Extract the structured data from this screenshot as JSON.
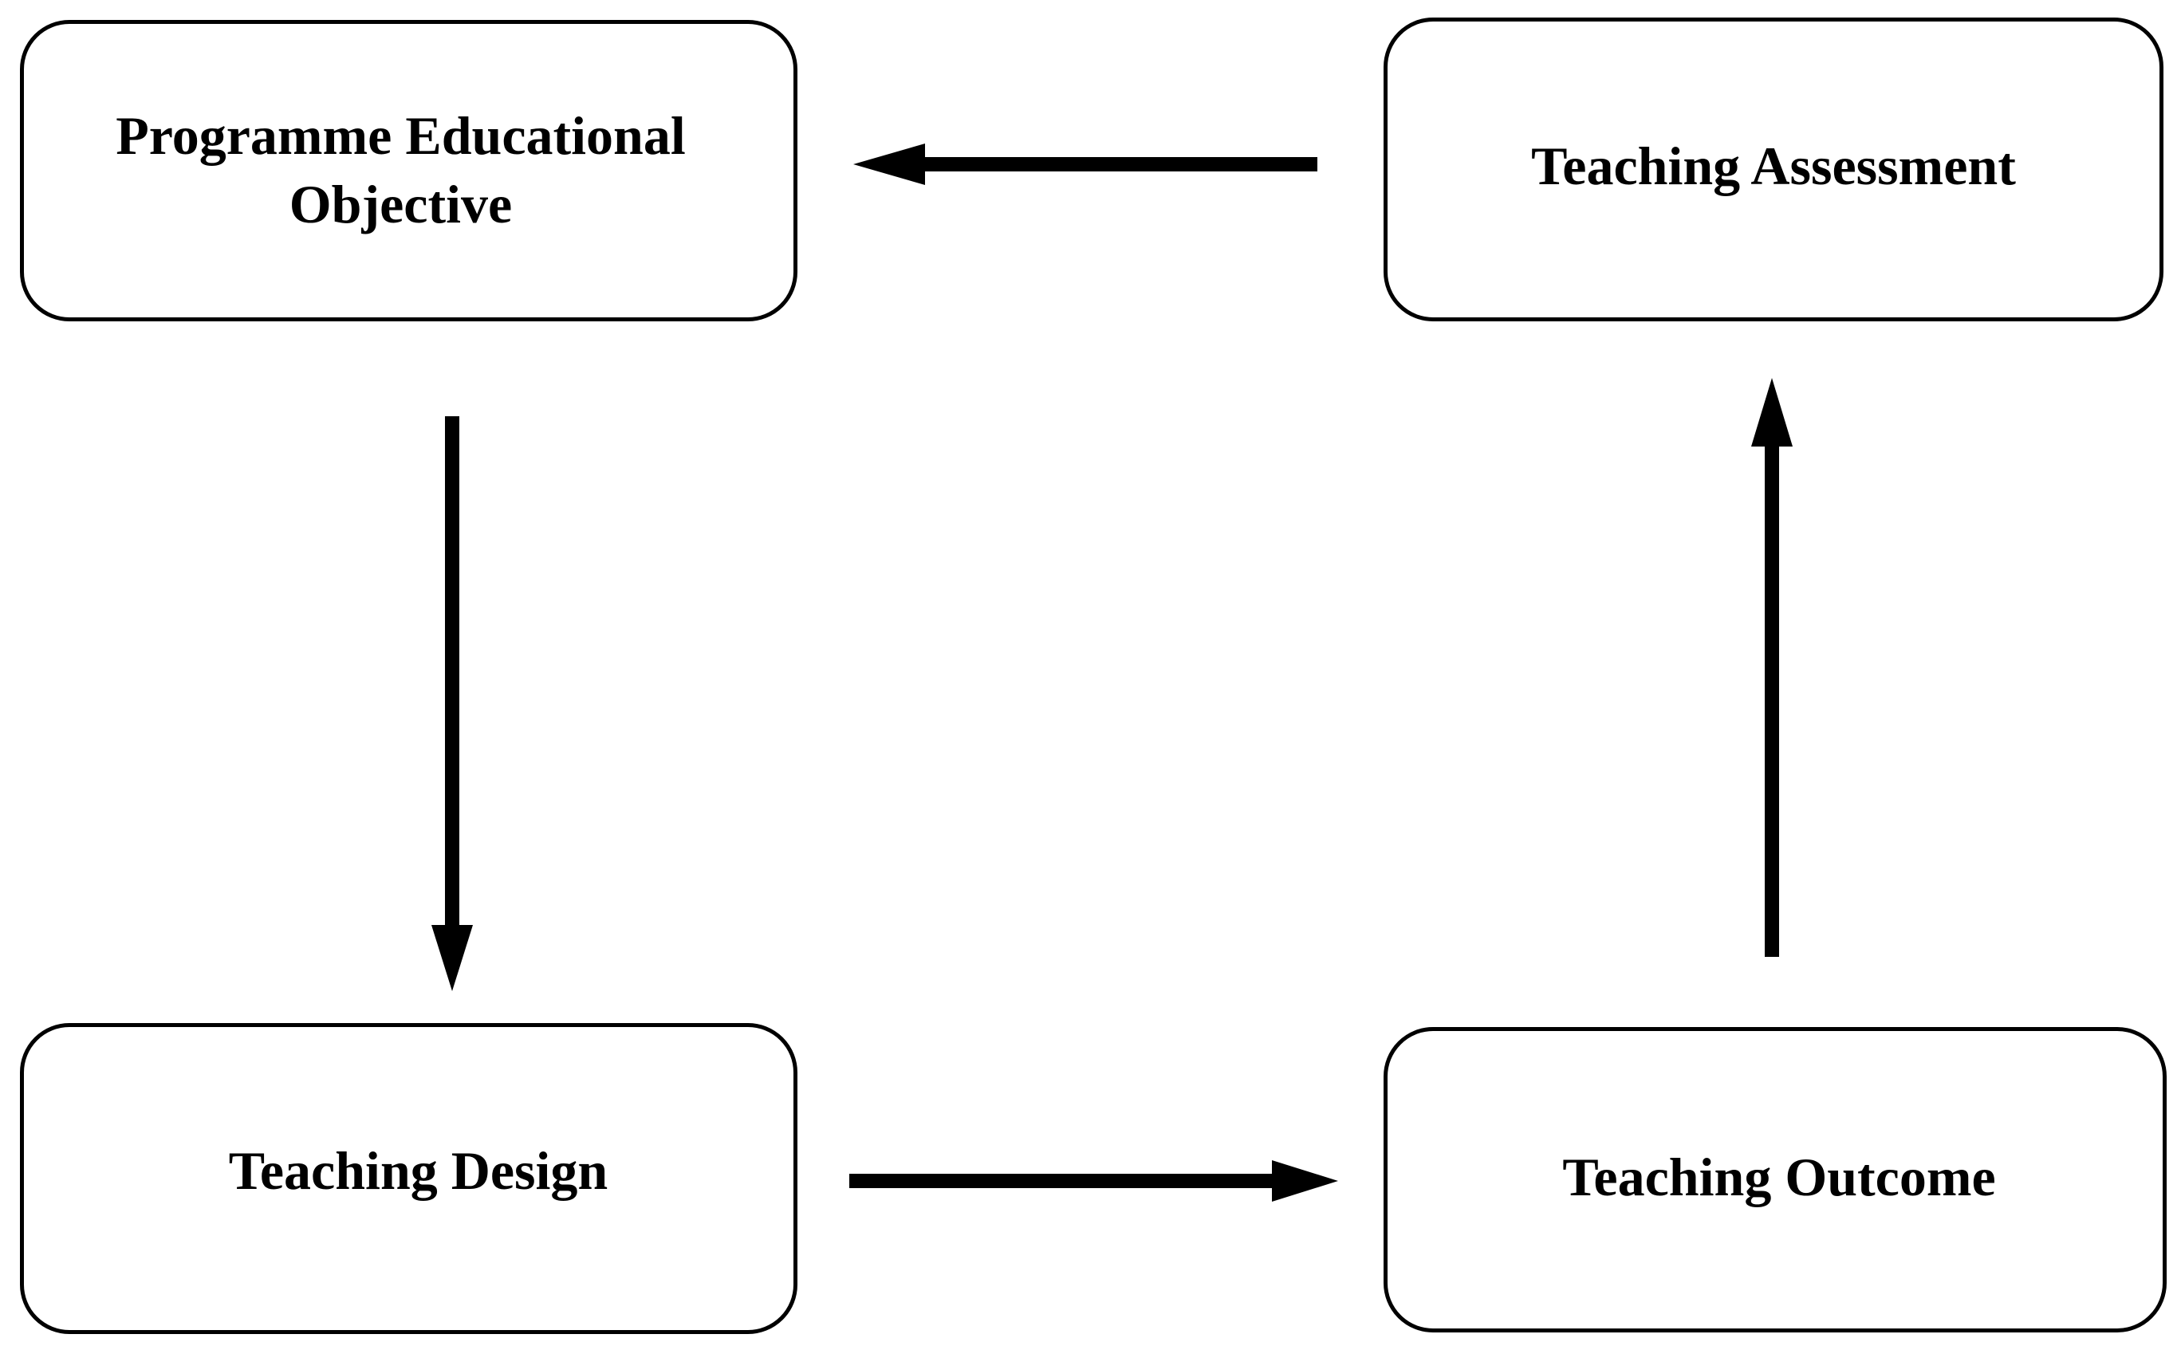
{
  "nodes": {
    "programme_educational_objective": "Programme Educational\nObjective",
    "teaching_assessment": "Teaching Assessment",
    "teaching_design": "Teaching Design",
    "teaching_outcome": "Teaching Outcome"
  },
  "edges": [
    {
      "from": "programme_educational_objective",
      "to": "teaching_design"
    },
    {
      "from": "teaching_design",
      "to": "teaching_outcome"
    },
    {
      "from": "teaching_outcome",
      "to": "teaching_assessment"
    },
    {
      "from": "teaching_assessment",
      "to": "programme_educational_objective"
    }
  ],
  "colors": {
    "stroke": "#000000",
    "fill": "#ffffff"
  }
}
